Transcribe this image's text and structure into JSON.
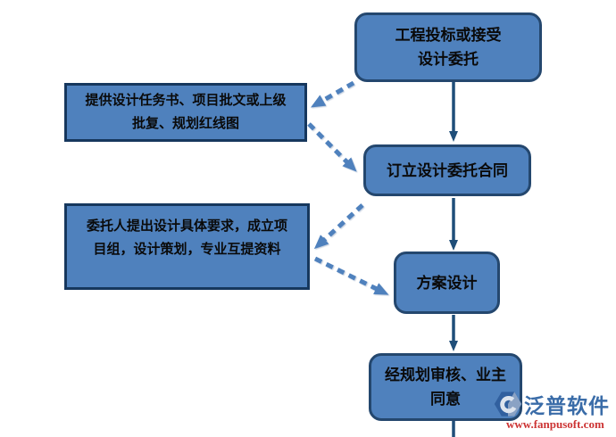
{
  "diagram": {
    "type": "flowchart",
    "colors": {
      "node_fill": "#4f81bd",
      "rounded_node_border": "#24476e",
      "rect_node_border": "#16375d",
      "solid_arrow": "#1f4e79",
      "dashed_arrow": "#4f81bd",
      "text": "#0a0a0a"
    },
    "nodes": [
      {
        "id": "start",
        "shape": "rounded",
        "lines": [
          "工程投标或接受",
          "设计委托"
        ]
      },
      {
        "id": "input1",
        "shape": "rect",
        "lines": [
          "提供设计任务书、项目批文或上级",
          "批复、规划红线图"
        ]
      },
      {
        "id": "contract",
        "shape": "rounded",
        "lines": [
          "订立设计委托合同"
        ]
      },
      {
        "id": "input2",
        "shape": "rect",
        "lines": [
          "委托人提出设计具体要求，成立项",
          "目组，设计策划，专业互提资料"
        ]
      },
      {
        "id": "scheme",
        "shape": "rounded",
        "lines": [
          "方案设计"
        ]
      },
      {
        "id": "approve",
        "shape": "rounded",
        "lines": [
          "经规划审核、业主",
          "同意"
        ]
      }
    ],
    "edges": [
      {
        "from": "start",
        "to": "contract",
        "style": "solid"
      },
      {
        "from": "contract",
        "to": "scheme",
        "style": "solid"
      },
      {
        "from": "scheme",
        "to": "approve",
        "style": "solid"
      },
      {
        "from": "approve",
        "to": "offscreen",
        "style": "solid"
      },
      {
        "from": "start",
        "to": "input1",
        "style": "dashed"
      },
      {
        "from": "input1",
        "to": "contract",
        "style": "dashed"
      },
      {
        "from": "contract",
        "to": "input2",
        "style": "dashed"
      },
      {
        "from": "input2",
        "to": "scheme",
        "style": "dashed"
      }
    ]
  },
  "watermark": {
    "brand": "泛普软件",
    "url": "www.fanpusoft.com",
    "brand_color": "#3a6ca8",
    "url_color": "#cc3333"
  }
}
